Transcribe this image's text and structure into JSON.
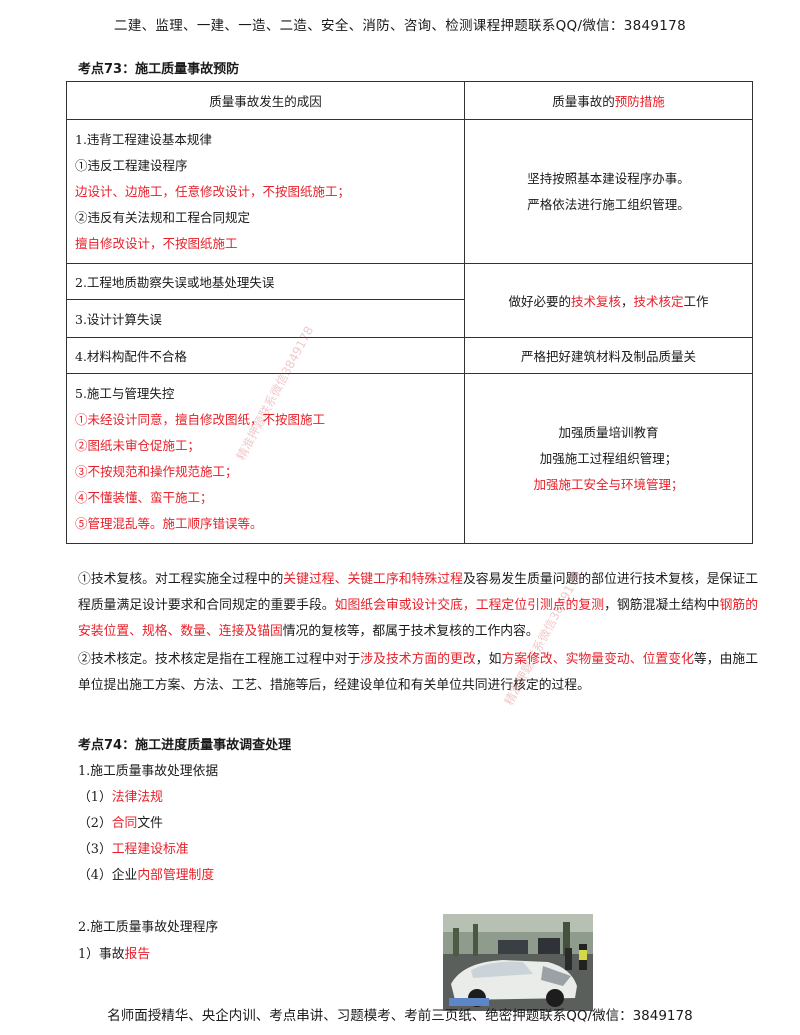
{
  "header": {
    "text": "二建、监理、一建、一造、二造、安全、消防、咨询、检测课程押题联系QQ/微信：3849178"
  },
  "footer": {
    "text": "名师面授精华、央企内训、考点串讲、习题模考、考前三页纸、绝密押题联系QQ/微信：3849178"
  },
  "section73": {
    "title": "考点73：施工质量事故预防",
    "table": {
      "header_left": "质量事故发生的成因",
      "header_right_prefix": "质量事故的",
      "header_right_highlight": "预防措施",
      "row1": {
        "l1": "1.违背工程建设基本规律",
        "l2": "①违反工程建设程序",
        "l3": "边设计、边施工，任意修改设计，不按图纸施工；",
        "l4": "②违反有关法规和工程合同规定",
        "l5": "擅自修改设计，不按图纸施工",
        "r1": "坚持按照基本建设程序办事。",
        "r2": "严格依法进行施工组织管理。"
      },
      "row2": {
        "left": "2.工程地质勘察失误或地基处理失误"
      },
      "row3": {
        "left": "3.设计计算失误"
      },
      "row23_right": {
        "a": "做好必要的",
        "b": "技术复核",
        "c": "，",
        "d": "技术核定",
        "e": "工作"
      },
      "row4": {
        "left": "4.材料构配件不合格",
        "right": "严格把好建筑材料及制品质量关"
      },
      "row5": {
        "l1": "5.施工与管理失控",
        "l2": "①未经设计同意，擅自修改图纸，不按图施工",
        "l3": "②图纸未审仓促施工；",
        "l4": "③不按规范和操作规范施工；",
        "l5": "④不懂装懂、蛮干施工；",
        "l6": "⑤管理混乱等。施工顺序错误等。",
        "r1": "加强质量培训教育",
        "r2": "加强施工过程组织管理；",
        "r3": "加强施工安全与环境管理；"
      }
    },
    "para1": {
      "s1": "①技术复核。对工程实施全过程中的",
      "s2": "关键过程、关键工序和特殊过程",
      "s3": "及容易发生质量问题的部位进行技术复核，是保证工程质量满足设计要求和合同规定的重要手段。",
      "s4": "如图纸会审或设计交底，工程定位引测点的复测",
      "s5": "，钢筋混凝土结构中",
      "s6": "钢筋的安装位置、规格、数量、连接及锚固",
      "s7": "情况的复核等，都属于技术复核的工作内容。"
    },
    "para2": {
      "s1": "②技术核定。技术核定是指在工程施工过程中对于",
      "s2": "涉及技术方面的更改",
      "s3": "，如",
      "s4": "方案修改、实物量变动、位置变化",
      "s5": "等，由施工单位提出施工方案、方法、工艺、措施等后，经建设单位和有关单位共同进行核定的过程。"
    }
  },
  "section74": {
    "title": "考点74：施工进度质量事故调查处理",
    "sub1": "1.施工质量事故处理依据",
    "items": [
      {
        "prefix": "（1）",
        "plain": "",
        "red": "法律法规",
        "suffix": ""
      },
      {
        "prefix": "（2）",
        "plain": "",
        "red": "合同",
        "suffix": "文件"
      },
      {
        "prefix": "（3）",
        "plain": "",
        "red": "工程建设标准",
        "suffix": ""
      },
      {
        "prefix": "（4）",
        "plain": "企业",
        "red": "内部管理制度",
        "suffix": ""
      }
    ],
    "sub2": "2.施工质量事故处理程序",
    "step1_prefix": "1）事故",
    "step1_red": "报告"
  },
  "watermark": {
    "text": "精准押题联系微信3849178"
  }
}
